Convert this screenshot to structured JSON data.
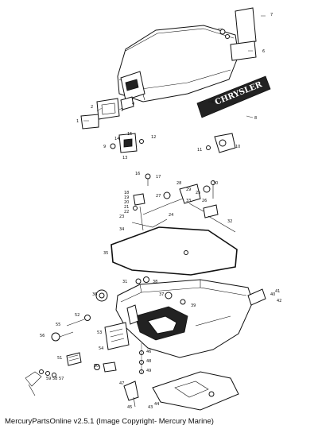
{
  "footer": "MercuryPartsOnline v2.5.1 (Image Copyright- Mercury Marine)",
  "callouts": [
    "1",
    "2",
    "3",
    "4",
    "5",
    "6",
    "7",
    "8",
    "9",
    "10",
    "11",
    "12",
    "13",
    "14",
    "15",
    "16",
    "17",
    "18",
    "19",
    "20",
    "21",
    "22",
    "23",
    "24",
    "25",
    "26",
    "27",
    "28",
    "29",
    "30",
    "31",
    "32",
    "33",
    "34",
    "35",
    "36",
    "37",
    "38",
    "39",
    "40",
    "41",
    "42",
    "43",
    "44",
    "45",
    "46",
    "47",
    "48",
    "49",
    "50",
    "51",
    "52",
    "53",
    "54",
    "55",
    "56",
    "57",
    "58",
    "59"
  ],
  "logo_text": "CHRYSLER"
}
